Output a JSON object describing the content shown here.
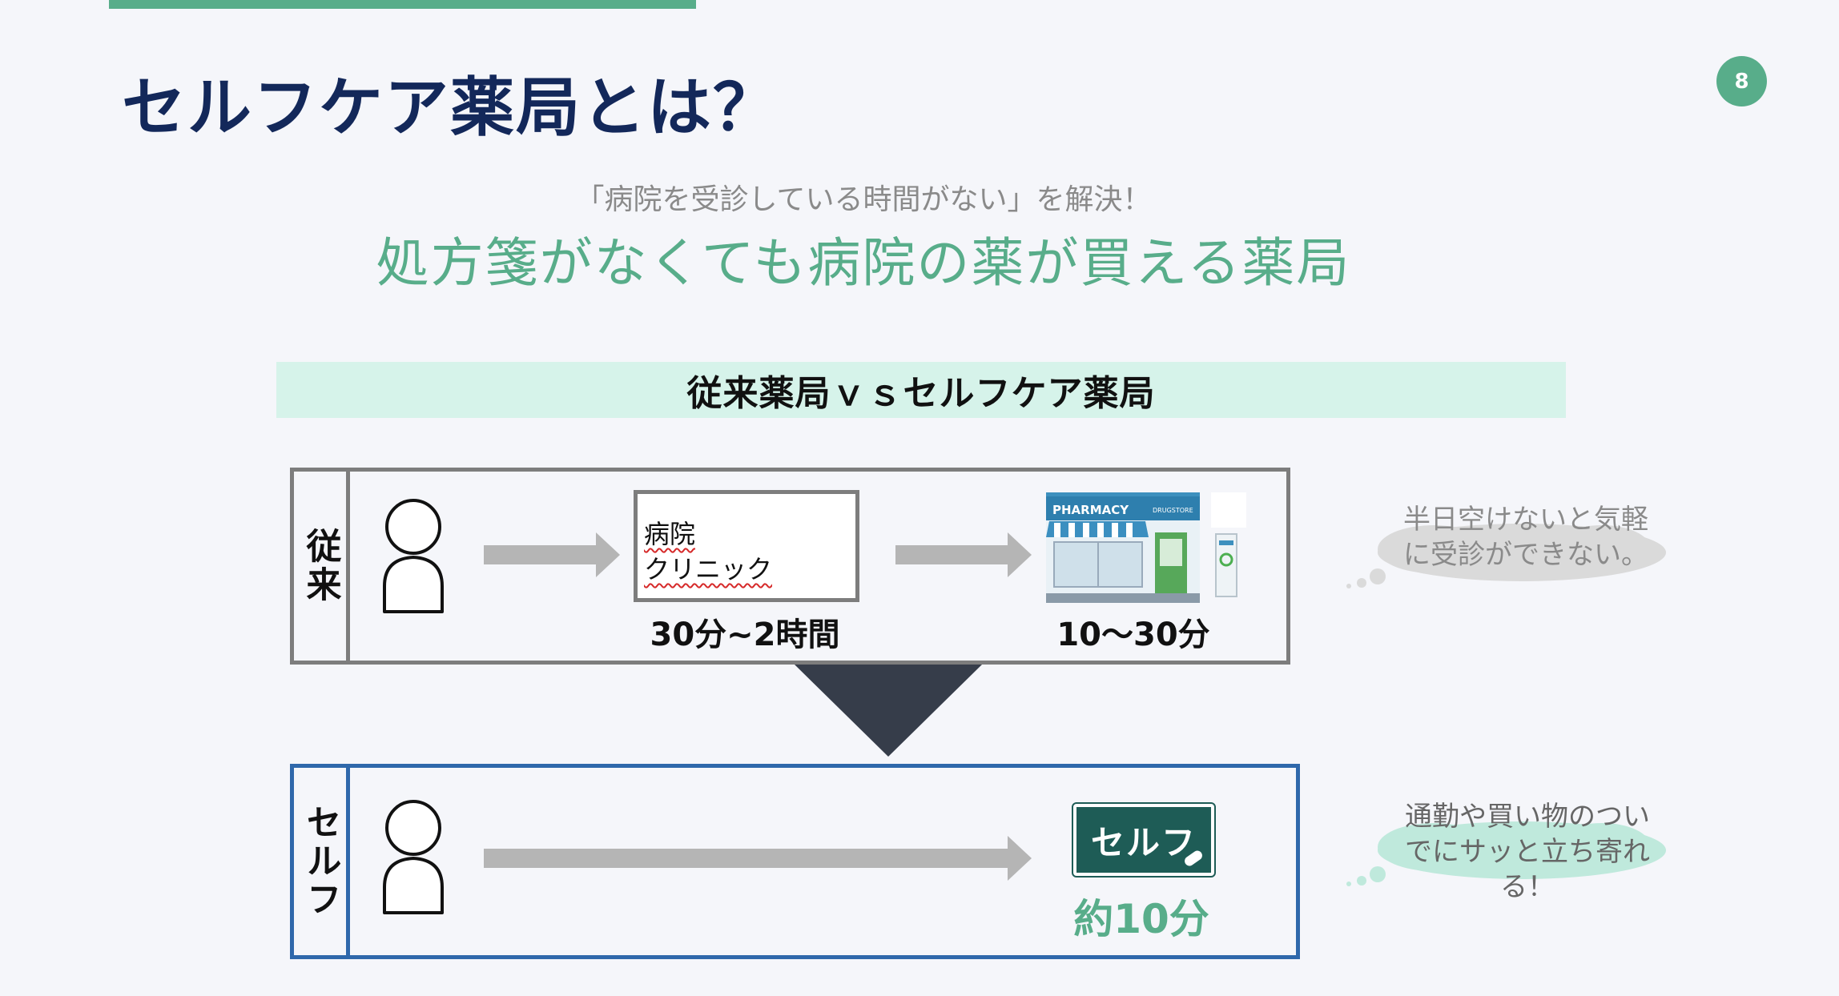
{
  "slide": {
    "title": "セルフケア薬局とは？",
    "page_number": "8",
    "subtitle": "「病院を受診している時間がない」を解決！",
    "headline": "処方箋がなくても病院の薬が買える薬局",
    "compare_banner": "従来薬局ｖｓセルフケア薬局"
  },
  "traditional_row": {
    "label": "従来",
    "clinic_lines": [
      "病院",
      "クリニック"
    ],
    "clinic_time": "30分~2時間",
    "pharmacy_time": "10〜30分",
    "pharmacy_sign": "PHARMACY",
    "drugstore_sign": "DRUGSTORE",
    "note": "半日空けないと気軽に受診ができない。"
  },
  "self_row": {
    "label": "セルフ",
    "logo_text": "セルフ",
    "time": "約10分",
    "note": "通勤や買い物のついでにサッと立ち寄れる！"
  },
  "colors": {
    "accent_green": "#58ad8a",
    "title_navy": "#13285a",
    "banner_mint": "#d6f3ea",
    "self_blue": "#2f68ab",
    "traditional_gray": "#7d7d7d",
    "arrow_gray": "#b5b5b5",
    "triangle_dark": "#363d4a"
  }
}
